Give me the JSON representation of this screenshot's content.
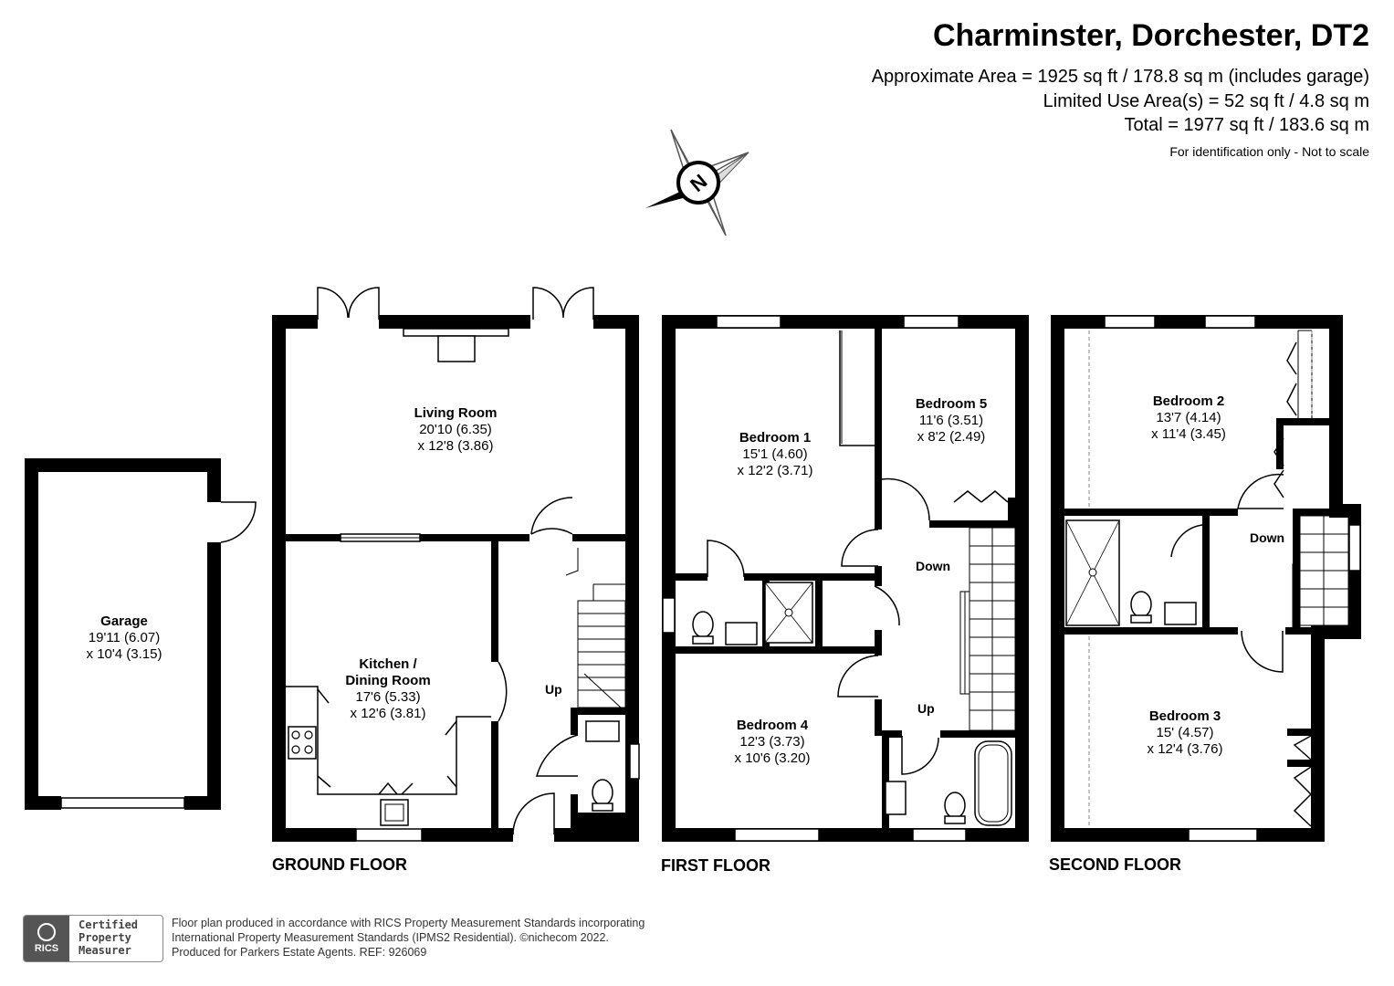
{
  "header": {
    "title": "Charminster, Dorchester, DT2",
    "approx_area": "Approximate Area = 1925 sq ft / 178.8 sq m (includes garage)",
    "limited_area": "Limited Use Area(s) = 52 sq ft / 4.8 sq m",
    "total": "Total = 1977 sq ft / 183.6 sq m",
    "note": "For identification only - Not to scale"
  },
  "compass": {
    "label": "N"
  },
  "floors": {
    "ground": {
      "label": "GROUND FLOOR",
      "rooms": [
        {
          "name": "Living Room",
          "dim1": "20'10 (6.35)",
          "dim2": "x 12'8 (3.86)"
        },
        {
          "name": "Kitchen / ",
          "name2": "Dining Room",
          "dim1": "17'6 (5.33)",
          "dim2": "x 12'6 (3.81)"
        }
      ],
      "stairs": "Up"
    },
    "garage": {
      "name": "Garage",
      "dim1": "19'11 (6.07)",
      "dim2": "x 10'4 (3.15)"
    },
    "first": {
      "label": "FIRST FLOOR",
      "rooms": [
        {
          "name": "Bedroom 1",
          "dim1": "15'1 (4.60)",
          "dim2": "x 12'2 (3.71)"
        },
        {
          "name": "Bedroom 5",
          "dim1": "11'6 (3.51)",
          "dim2": "x 8'2 (2.49)"
        },
        {
          "name": "Bedroom 4",
          "dim1": "12'3 (3.73)",
          "dim2": "x 10'6 (3.20)"
        }
      ],
      "stairs_down": "Down",
      "stairs_up": "Up"
    },
    "second": {
      "label": "SECOND FLOOR",
      "rooms": [
        {
          "name": "Bedroom 2",
          "dim1": "13'7 (4.14)",
          "dim2": "x 11'4 (3.45)"
        },
        {
          "name": "Bedroom 3",
          "dim1": "15' (4.57)",
          "dim2": "x 12'4 (3.76)"
        }
      ],
      "stairs_down": "Down"
    }
  },
  "footer": {
    "line1": "Floor plan produced in accordance with RICS Property Measurement Standards incorporating",
    "line2": "International Property Measurement Standards (IPMS2 Residential).   ©nichecom 2022.",
    "line3": "Produced for Parkers Estate Agents.   REF:  926069",
    "badge_logo": "RICS",
    "badge_l1": "Certified",
    "badge_l2": "Property",
    "badge_l3": "Measurer"
  },
  "colors": {
    "wall": "#000000",
    "fixture": "#000000",
    "background": "#ffffff"
  }
}
